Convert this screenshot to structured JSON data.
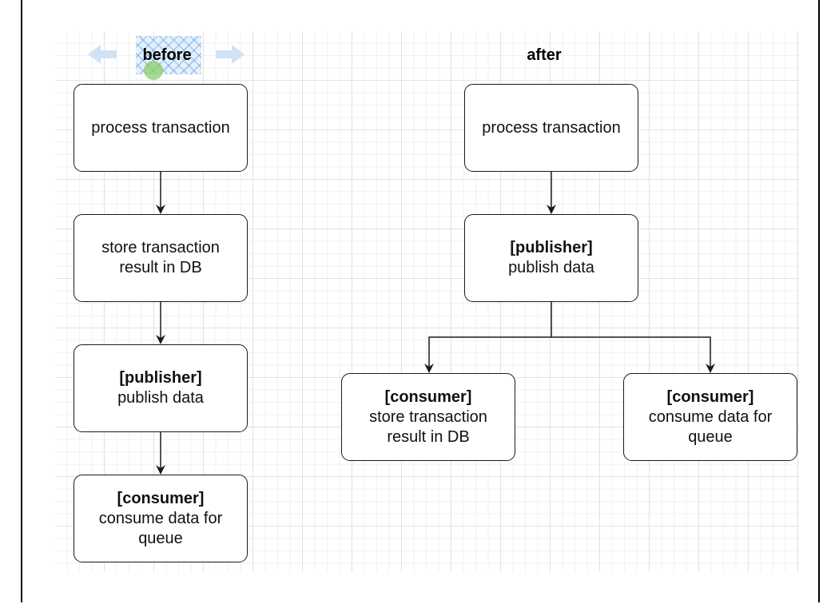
{
  "before": {
    "heading": "before",
    "nodes": [
      {
        "text": "process transaction"
      },
      {
        "text": "store transaction result in DB"
      },
      {
        "role": "[publisher]",
        "text": "publish data"
      },
      {
        "role": "[consumer]",
        "text": "consume data for queue"
      }
    ]
  },
  "after": {
    "heading": "after",
    "nodes": [
      {
        "text": "process transaction"
      },
      {
        "role": "[publisher]",
        "text": "publish data"
      },
      {
        "role": "[consumer]",
        "text": "store transaction result in DB"
      },
      {
        "role": "[consumer]",
        "text": "consume data for queue"
      }
    ]
  },
  "colors": {
    "stroke": "#1a1a1a",
    "selection": "#5096dc",
    "hover_arrow": "#cfe3f5",
    "hover_dot": "#8ccd6e"
  },
  "icons": [
    "arrow-left-icon",
    "arrow-right-icon",
    "arrow-down-icon"
  ]
}
